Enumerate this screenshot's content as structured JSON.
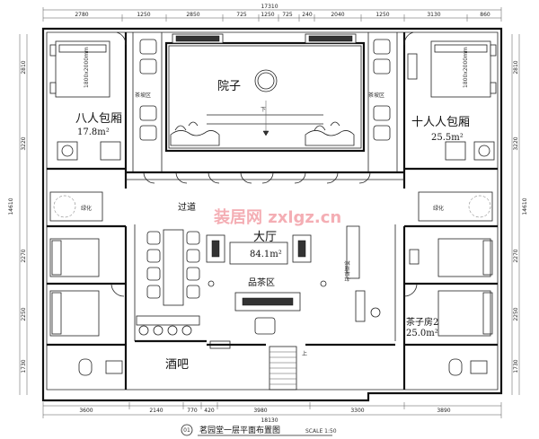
{
  "rooms": {
    "courtyard": "院子",
    "left_box": "八人包厢",
    "left_box_area": "17.8m²",
    "right_box": "十人人包厢",
    "right_box_area": "25.5m²",
    "passage": "过道",
    "hall": "大厅",
    "hall_area": "84.1m²",
    "tea_area": "品茶区",
    "tea_room_2": "茶子房2",
    "tea_room_2_area": "25.0m²",
    "bar": "酒吧",
    "tea_zone_left": "茶坡区",
    "tea_zone_right": "茶坡区",
    "greenery_left": "绿化",
    "greenery_right": "绿化",
    "tea_counter": "茶画柜台",
    "down_arrow": "下",
    "up_label": "上",
    "bed_size_left": "1800x2000mm",
    "bed_size_right": "1800x2000mm"
  },
  "dimensions": {
    "top_total": "17310",
    "top_segments": [
      "2780",
      "1250",
      "2850",
      "725",
      "1250",
      "725",
      "240",
      "2040",
      "1250",
      "3130",
      "860"
    ],
    "bottom_total": "18130",
    "bottom_segments": [
      "3600",
      "2140",
      "770",
      "420",
      "3980",
      "3300",
      "3890"
    ],
    "left_total": "14610",
    "left_segments": [
      "2810",
      "3220",
      "2270",
      "2250",
      "1730"
    ],
    "right_total": "14610",
    "right_segments": [
      "2810",
      "3220",
      "2270",
      "2250",
      "1730"
    ]
  },
  "title_block": {
    "number": "01",
    "title": "茗园堂一层平面布置图",
    "scale": "SCALE 1:50"
  },
  "watermark": "装居网 zxlgz.cn",
  "colors": {
    "watermark": "#f3a0a8",
    "line": "#111111"
  }
}
